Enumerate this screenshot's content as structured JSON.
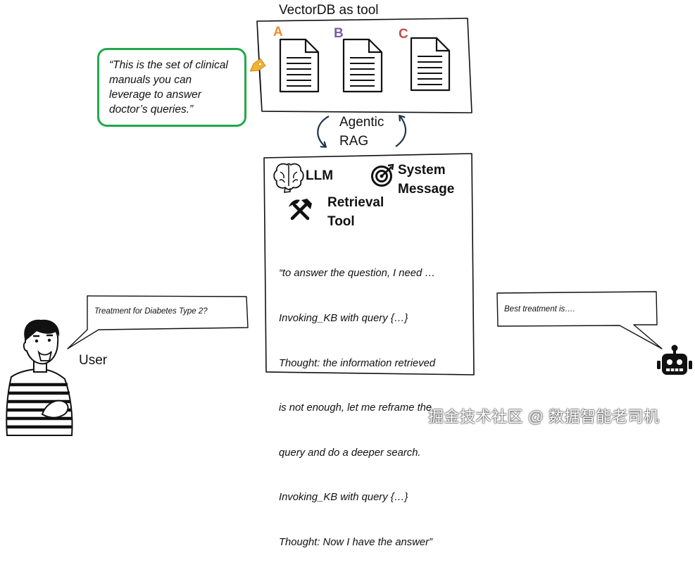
{
  "vectordb": {
    "title": "VectorDB as tool",
    "docs": [
      {
        "label": "A",
        "color": "#ED8B3B"
      },
      {
        "label": "B",
        "color": "#7B5DA6"
      },
      {
        "label": "C",
        "color": "#C0504D"
      }
    ]
  },
  "tool_description": {
    "text": "“This is the set of clinical manuals you can leverage to answer doctor’s queries.”",
    "border_color": "#22A84A",
    "tag_color": "#F2B233"
  },
  "loop": {
    "line1": "Agentic",
    "line2": "RAG",
    "arrow_color": "#1F3248"
  },
  "agent": {
    "llm_label": "LLM",
    "system_label_1": "System",
    "system_label_2": "Message",
    "retrieval_label_1": "Retrieval",
    "retrieval_label_2": "Tool",
    "trace": [
      "“to answer the question, I need …",
      "Invoking_KB with query {…}",
      "Thought: the information retrieved",
      "is not enough, let me reframe the",
      "query and do a deeper search.",
      "Invoking_KB with query {…}",
      "Thought: Now I have the answer”"
    ],
    "icons": [
      "brain-icon",
      "target-icon",
      "hammer-pick-icon"
    ]
  },
  "user": {
    "label": "User",
    "question": "Treatment for Diabetes Type 2?"
  },
  "bot": {
    "answer": "Best treatment is…."
  },
  "watermark": "掘金技术社区 @ 数据智能老司机"
}
